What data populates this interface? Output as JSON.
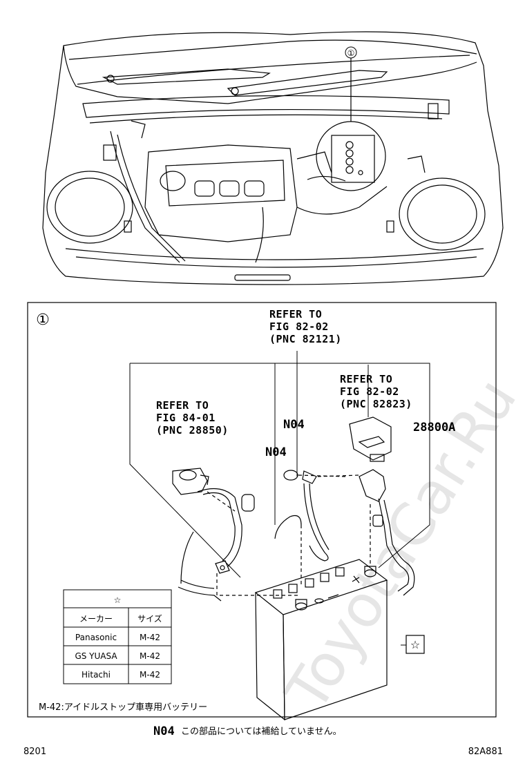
{
  "watermark": "ToyotaCar.Ru",
  "top_marker": "①",
  "detail_marker": "①",
  "callouts": {
    "refer1": [
      "REFER TO",
      "FIG 82-02",
      "(PNC 82121)"
    ],
    "refer2": [
      "REFER TO",
      "FIG 82-02",
      "(PNC 82823)"
    ],
    "refer3": [
      "REFER TO",
      "FIG 84-01",
      "(PNC 28850)"
    ]
  },
  "part_labels": {
    "n04_a": "N04",
    "n04_b": "N04",
    "p28800a": "28800A"
  },
  "battery_marker": "☆",
  "table": {
    "header_symbol": "☆",
    "columns": [
      "メーカー",
      "サイズ"
    ],
    "rows": [
      [
        "Panasonic",
        "M-42"
      ],
      [
        "GS YUASA",
        "M-42"
      ],
      [
        "Hitachi",
        "M-42"
      ]
    ]
  },
  "note": "M-42:アイドルストップ車専用バッテリー",
  "footer": {
    "code": "N04",
    "text": "この部品については補給していません。"
  },
  "page_left": "8201",
  "page_right": "82A881"
}
